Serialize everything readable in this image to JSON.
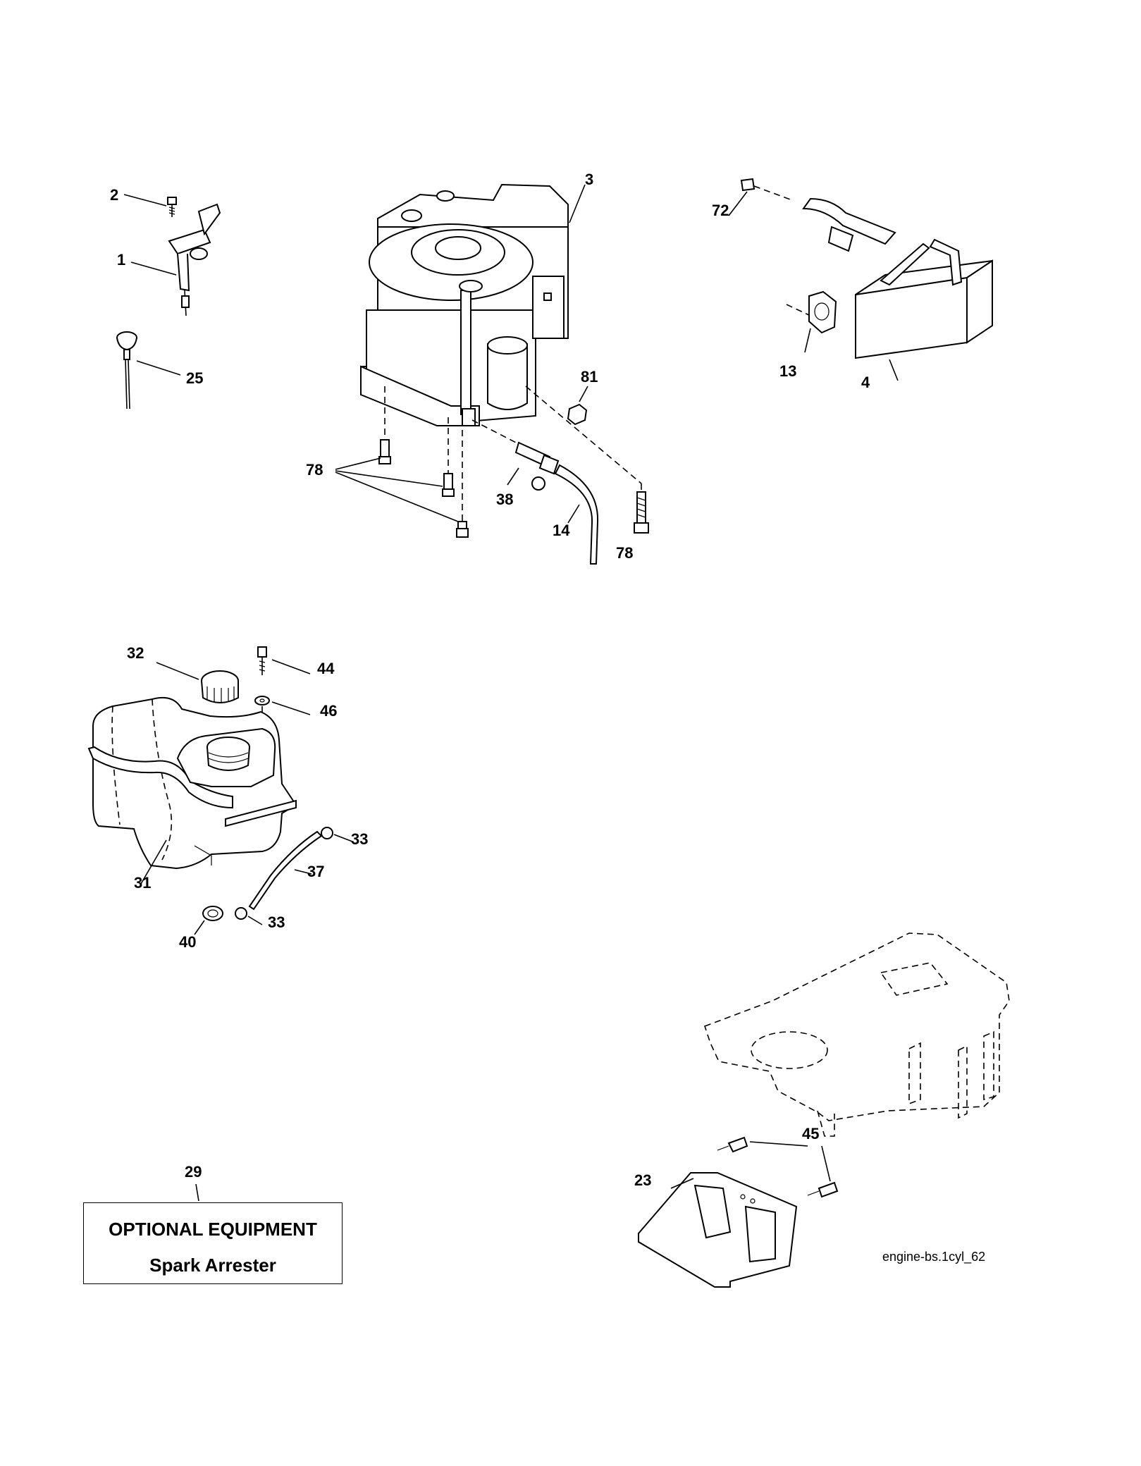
{
  "callouts": {
    "c1": "1",
    "c2": "2",
    "c3": "3",
    "c4": "4",
    "c13": "13",
    "c14": "14",
    "c23": "23",
    "c25": "25",
    "c29": "29",
    "c31": "31",
    "c32": "32",
    "c33a": "33",
    "c33b": "33",
    "c37": "37",
    "c38": "38",
    "c40": "40",
    "c44": "44",
    "c45": "45",
    "c46": "46",
    "c72": "72",
    "c78a": "78",
    "c78b": "78",
    "c81": "81"
  },
  "optional_box": {
    "title": "OPTIONAL EQUIPMENT",
    "subtitle": "Spark Arrester"
  },
  "drawing_id": "engine-bs.1cyl_62",
  "colors": {
    "line": "#000000",
    "background": "#ffffff"
  }
}
